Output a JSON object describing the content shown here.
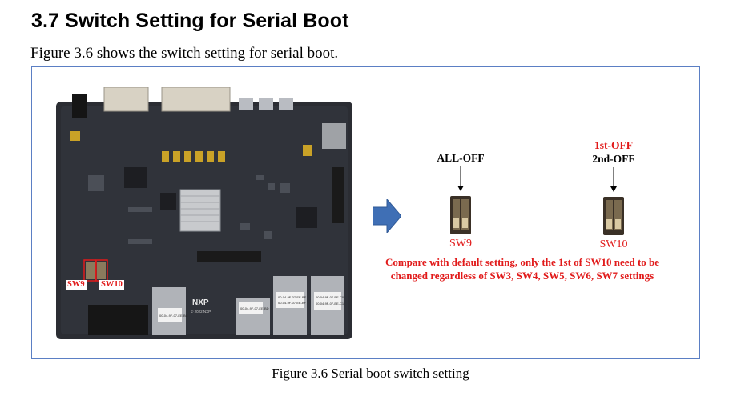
{
  "heading": "3.7 Switch Setting for Serial Boot",
  "intro": "Figure 3.6 shows the switch setting for serial boot.",
  "figure": {
    "board": {
      "sw9_tag": "SW9",
      "sw10_tag": "SW10",
      "sticker_1": "00-04-9F-07-EE-BC",
      "sticker_2": "00-04-9F-07-EE-BD",
      "sticker_3a": "00-04-9F-07-EE-BE",
      "sticker_3b": "00-04-9F-07-EE-BF",
      "sticker_4a": "00-04-9F-07-EE-C0",
      "sticker_4b": "00-04-9F-07-EE-C1",
      "logo_text": "NXP",
      "copyright": "© 2022 NXP"
    },
    "sw9": {
      "setting": "ALL-OFF",
      "caption": "SW9"
    },
    "sw10": {
      "setting_1": "1st-OFF",
      "setting_2": "2nd-OFF",
      "caption": "SW10"
    },
    "note": "Compare with default setting, only the 1st of SW10  need to be changed regardless of SW3, SW4, SW5, SW6, SW7 settings",
    "colors": {
      "frame": "#5b7fc4",
      "highlight": "#e11a1a",
      "arrow": "#3f6fb5",
      "pcb": "#2b2d33"
    }
  },
  "caption": "Figure 3.6  Serial boot switch setting"
}
